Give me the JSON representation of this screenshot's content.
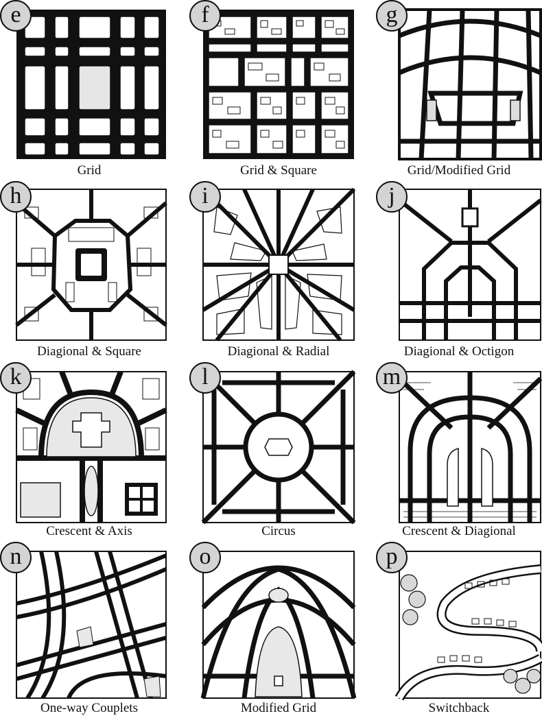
{
  "panels": [
    {
      "letter": "e",
      "label": "Grid"
    },
    {
      "letter": "f",
      "label": "Grid & Square"
    },
    {
      "letter": "g",
      "label": "Grid/Modified Grid"
    },
    {
      "letter": "h",
      "label": "Diagional & Square"
    },
    {
      "letter": "i",
      "label": "Diagional & Radial"
    },
    {
      "letter": "j",
      "label": "Diagional & Octigon"
    },
    {
      "letter": "k",
      "label": "Crescent & Axis"
    },
    {
      "letter": "l",
      "label": "Circus"
    },
    {
      "letter": "m",
      "label": "Crescent & Diagional"
    },
    {
      "letter": "n",
      "label": "One-way Couplets"
    },
    {
      "letter": "o",
      "label": "Modified Grid"
    },
    {
      "letter": "p",
      "label": "Switchback"
    }
  ],
  "colors": {
    "ink": "#111111",
    "badge": "#d4d4d4",
    "paper": "#ffffff",
    "stipple": "#555555"
  }
}
